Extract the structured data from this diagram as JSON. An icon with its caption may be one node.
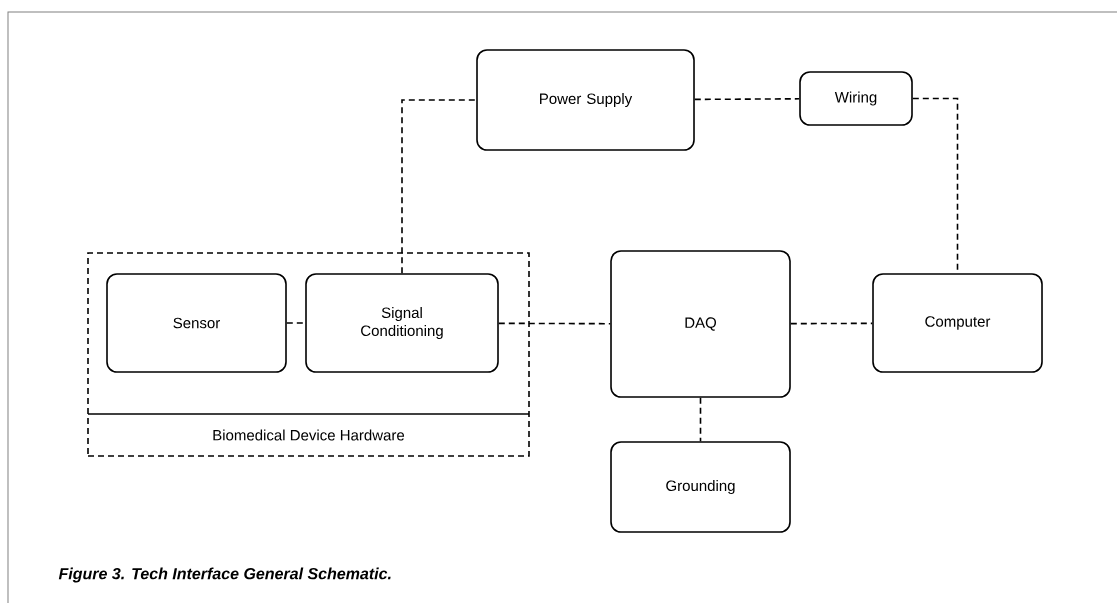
{
  "diagram": {
    "caption": "Figure 3. Tech Interface General Schematic.",
    "nodes": [
      {
        "text": [
          "Biomedical Device Hardware"
        ]
      },
      {
        "text": [
          "Sensor"
        ],
        "in": 0
      },
      {
        "text": [
          "Signal Conditioning"
        ],
        "in": 0
      },
      {
        "text": [
          "Power Supply"
        ]
      },
      {
        "text": [
          "Wiring"
        ]
      },
      {
        "text": [
          "DAQ"
        ]
      },
      {
        "text": [
          "Computer"
        ]
      },
      {
        "text": [
          "Grounding"
        ]
      }
    ],
    "edges": [
      {
        "from": 1,
        "to": 2,
        "arrow": "none",
        "style": "dashed"
      },
      {
        "from": 2,
        "to": 3,
        "arrow": "none",
        "style": "dashed"
      },
      {
        "from": 2,
        "to": 5,
        "arrow": "none",
        "style": "dashed"
      },
      {
        "from": 3,
        "to": 4,
        "arrow": "none",
        "style": "dashed"
      },
      {
        "from": 4,
        "to": 6,
        "arrow": "none",
        "style": "dashed"
      },
      {
        "from": 5,
        "to": 6,
        "arrow": "none",
        "style": "dashed"
      },
      {
        "from": 5,
        "to": 7,
        "arrow": "none",
        "style": "dashed"
      }
    ]
  }
}
